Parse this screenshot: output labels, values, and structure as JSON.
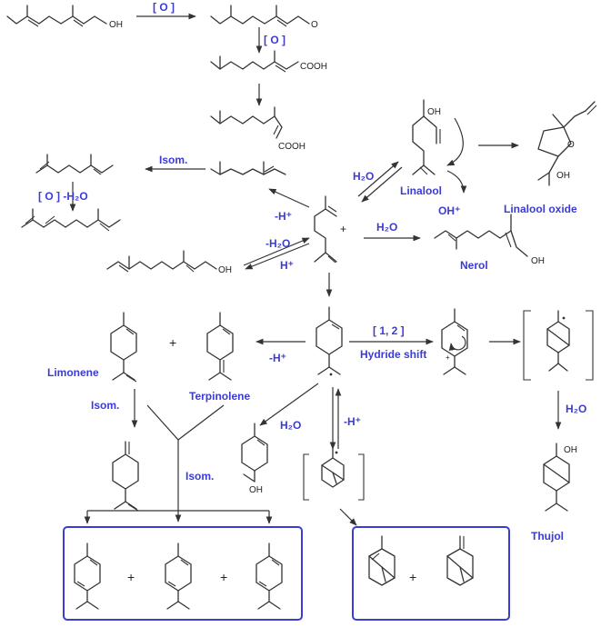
{
  "colors": {
    "label": "#3b3bd6",
    "bond": "#333333",
    "box": "#3b3bd6"
  },
  "reagents": {
    "oxidation1": "[ O ]",
    "oxidation2": "[ O ]",
    "isom_top": "Isom.",
    "oxid_dehyd": "[ O ] -H₂O",
    "h2o_linalool": "H₂O",
    "minus_h_cation": "-H⁺",
    "minus_h2o": "-H₂O",
    "h_plus": "H⁺",
    "h2o_nerol": "H₂O",
    "oh_plus": "OH⁺",
    "hydride_shift_bracket": "[ 1, 2 ]",
    "hydride_shift": "Hydride shift",
    "minus_h_terpinyl": "-H⁺",
    "isom_limonene": "Isom.",
    "h2o_terpineol": "H₂O",
    "minus_h_pinyl": "-H⁺",
    "isom_center": "Isom.",
    "h2o_thujol": "H₂O"
  },
  "compounds": {
    "linalool": "Linalool",
    "linalool_oxide": "Linalool oxide",
    "nerol": "Nerol",
    "limonene": "Limonene",
    "terpinolene": "Terpinolene",
    "thujol": "Thujol"
  },
  "atoms": {
    "oh_geraniol": "OH",
    "cho_o": "O",
    "cooh_1": "COOH",
    "cooh_2": "COOH",
    "oh_linalool": "OH",
    "o_oxide": "O",
    "oh_oxide": "OH",
    "oh_nerol": "OH",
    "oh_geraniol2": "OH",
    "oh_terpineol": "OH",
    "oh_thujol": "OH",
    "plus_cation": "+",
    "plus_sign_1": "+",
    "plus_sign_2": "+",
    "plus_sign_3": "+",
    "plus_sign_4": "+"
  }
}
